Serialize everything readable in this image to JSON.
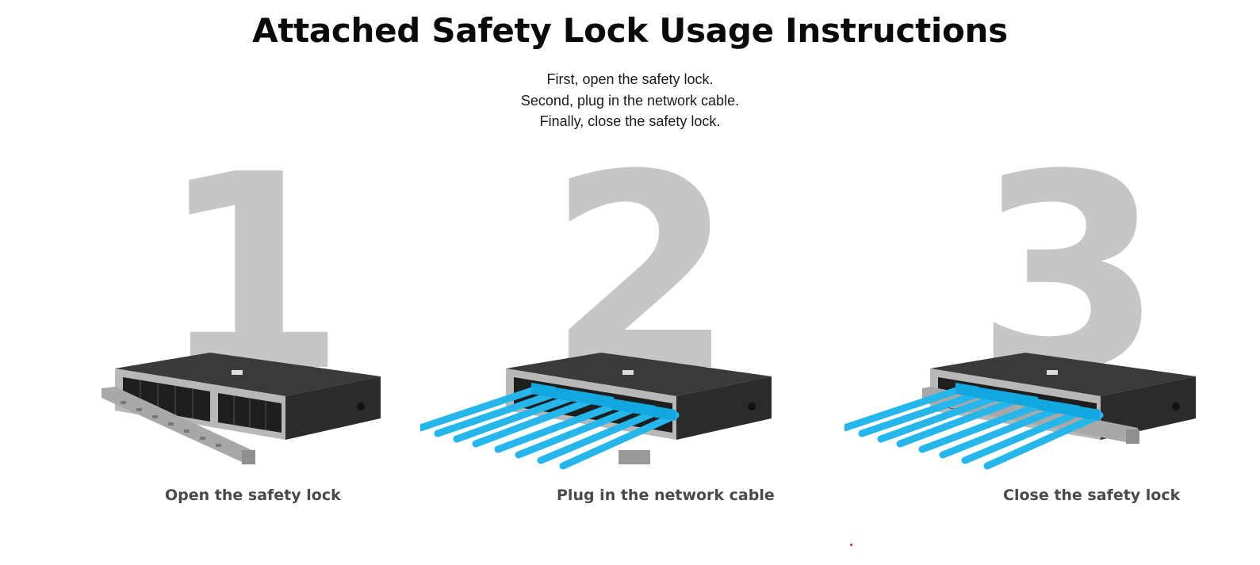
{
  "header": {
    "title": "Attached Safety Lock Usage Instructions",
    "lines": [
      "First, open the safety lock.",
      "Second, plug in the network cable.",
      "Finally, close the safety lock."
    ]
  },
  "steps": [
    {
      "number": "1",
      "caption": "Open the safety lock",
      "icon": "switch-with-open-lock-illustration"
    },
    {
      "number": "2",
      "caption": "Plug in the network cable",
      "icon": "switch-with-cables-plugged-illustration"
    },
    {
      "number": "3",
      "caption": "Close the safety lock",
      "icon": "switch-with-closed-lock-illustration"
    }
  ],
  "colors": {
    "switch_body": "#3a3a3a",
    "switch_front": "#b8b8b8",
    "lock_bracket": "#a8a8a8",
    "cable": "#25b7ec",
    "big_number": "#c6c6c6"
  }
}
